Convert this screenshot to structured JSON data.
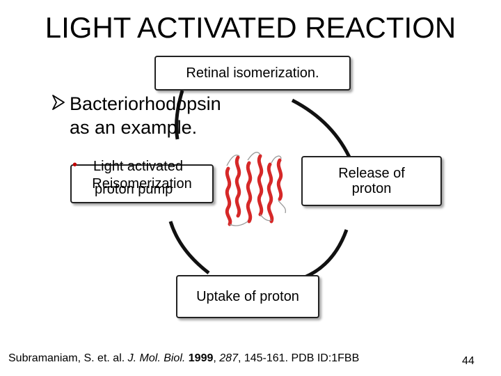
{
  "slide": {
    "title": "LIGHT ACTIVATED REACTION",
    "page_number": "44"
  },
  "bullet": {
    "line1": "Bacteriorhodopsin",
    "line2": "as an example."
  },
  "sub_bullet": {
    "line1": "Light activated",
    "line2": "proton pump"
  },
  "cycle": {
    "top": "Retinal isomerization.",
    "left": "Reisomerization",
    "right_line1": "Release of",
    "right_line2": "proton",
    "bottom": "Uptake of proton"
  },
  "citation": {
    "authors": "Subramaniam, S. et. al.",
    "journal": "J. Mol. Biol.",
    "year": "1999",
    "volume": "287",
    "pages": ", 145-161. PDB ID:1FBB"
  },
  "colors": {
    "protein": "#d62828",
    "bullet_dot": "#c00000"
  },
  "icons": {
    "bullet_arrow": "arrowhead-bullet",
    "protein": "bacteriorhodopsin-structure"
  }
}
